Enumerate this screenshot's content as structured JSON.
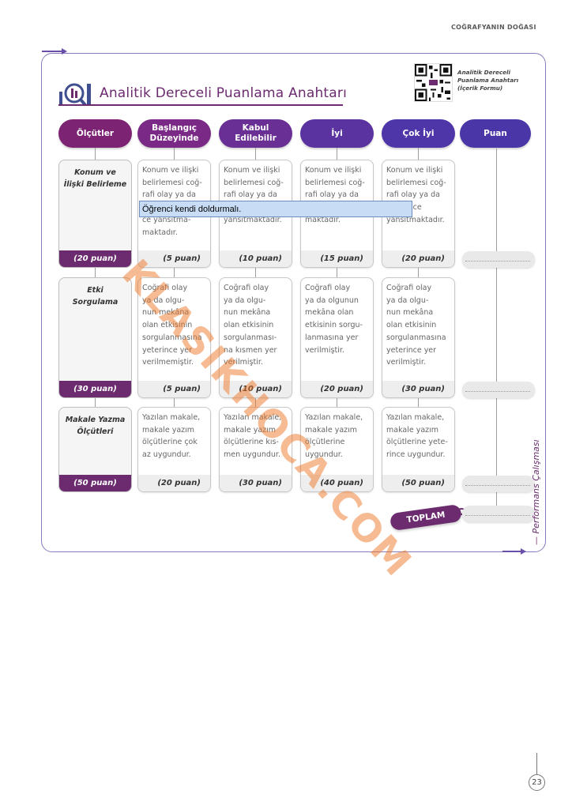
{
  "header": {
    "section_title": "COĞRAFYANIN DOĞASI"
  },
  "title": "Analitik Dereceli Puanlama Anahtarı",
  "qr_caption": [
    "Analitik Dereceli",
    "Puanlama Anahtarı",
    "(İçerik Formu)"
  ],
  "columns": [
    {
      "label_lines": [
        "Ölçütler"
      ],
      "color": "#7d2374"
    },
    {
      "label_lines": [
        "Başlangıç",
        "Düzeyinde"
      ],
      "color": "#7a2a86"
    },
    {
      "label_lines": [
        "Kabul",
        "Edilebilir"
      ],
      "color": "#6a2f94"
    },
    {
      "label_lines": [
        "İyi"
      ],
      "color": "#5b33a0"
    },
    {
      "label_lines": [
        "Çok İyi"
      ],
      "color": "#4e36a8"
    },
    {
      "label_lines": [
        "Puan"
      ],
      "color": "#4a36a6"
    }
  ],
  "rows": [
    {
      "criterion": "Konum ve\nİlişki Belirleme",
      "criterion_points": "(20 puan)",
      "cells": [
        {
          "text": "Konum ve ilişki\nbelirlemesi coğ-\nrafi olay ya da\n\nce yansıtma-\nmaktadır.",
          "points": "(5 puan)"
        },
        {
          "text": "Konum ve ilişki\nbelirlemesi coğ-\nrafi olay ya da\n\nyansıtmaktadır.",
          "points": "(10 puan)"
        },
        {
          "text": "Konum ve ilişki\nbelirlemesi coğ-\nrafi olay ya da\n\nmaktadır.",
          "points": "(15 puan)"
        },
        {
          "text": "Konum ve ilişki\nbelirlemesi coğ-\nrafi olay ya da\nyeterince\nyansıtmaktadır.",
          "points": "(20 puan)"
        }
      ]
    },
    {
      "criterion": "Etki\nSorgulama",
      "criterion_points": "(30 puan)",
      "cells": [
        {
          "text": "Coğrafi olay\nya da olgu-\nnun mekâna\nolan etkisinin\nsorgulanmasına\nyeterince yer\nverilmemiştir.",
          "points": "(5 puan)"
        },
        {
          "text": "Coğrafi olay\nya da olgu-\nnun mekâna\nolan etkisinin\nsorgulanması-\nna kısmen yer\nverilmiştir.",
          "points": "(10 puan)"
        },
        {
          "text": "Coğrafi olay\nya da olgunun\nmekâna olan\netkisinin sorgu-\nlanmasına yer\nverilmiştir.",
          "points": "(20 puan)"
        },
        {
          "text": "Coğrafi olay\nya da olgu-\nnun mekâna\nolan etkisinin\nsorgulanmasına\nyeterince yer\nverilmiştir.",
          "points": "(30 puan)"
        }
      ]
    },
    {
      "criterion": "Makale Yazma\nÖlçütleri",
      "criterion_points": "(50 puan)",
      "cells": [
        {
          "text": "Yazılan makale,\nmakale yazım\nölçütlerine çok\naz uygundur.",
          "points": "(20 puan)"
        },
        {
          "text": "Yazılan makale,\nmakale yazım\nölçütlerine kıs-\nmen uygundur.",
          "points": "(30 puan)"
        },
        {
          "text": "Yazılan makale,\nmakale yazım\nölçütlerine\nuygundur.",
          "points": "(40 puan)"
        },
        {
          "text": "Yazılan makale,\nmakale yazım\nölçütlerine yete-\nrince uygundur.",
          "points": "(50 puan)"
        }
      ]
    }
  ],
  "total_label": "TOPLAM",
  "form_field": {
    "value": "Öğrenci kendi doldurmalı."
  },
  "side_label": "Performans Çalışması",
  "watermark": "KLASIKHOCA.COM",
  "page_number": "23"
}
